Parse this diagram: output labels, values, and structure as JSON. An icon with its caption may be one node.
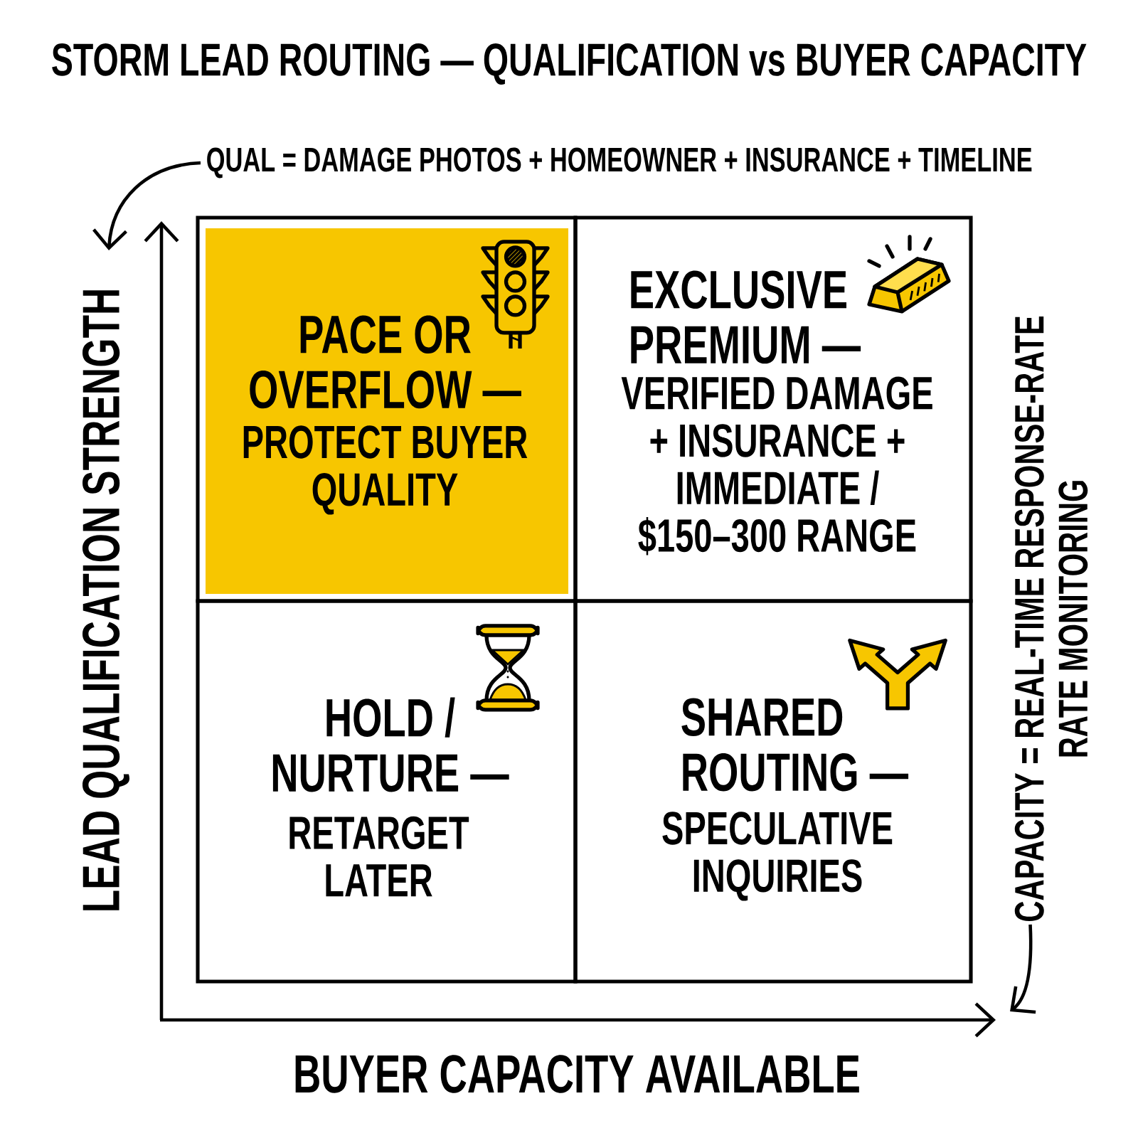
{
  "diagram": {
    "title": "STORM LEAD ROUTING — QUALIFICATION vs BUYER CAPACITY",
    "nodes": [
      {
        "text": [
          "QUAL = DAMAGE PHOTOS + HOMEOWNER + INSURANCE + TIMELINE"
        ]
      },
      {
        "text": [
          "PACE OR OVERFLOW —",
          "PROTECT BUYER QUALITY"
        ]
      },
      {
        "text": [
          "EXCLUSIVE PREMIUM —",
          "VERIFIED DAMAGE + INSURANCE + IMMEDIATE / $150–300 RANGE"
        ]
      },
      {
        "text": [
          "HOLD / NURTURE —",
          "RETARGET LATER"
        ]
      },
      {
        "text": [
          "SHARED ROUTING —",
          "SPECULATIVE INQUIRIES"
        ]
      },
      {
        "text": [
          "CAPACITY = REAL-TIME RESPONSE-RATE RATE MONITORING"
        ]
      }
    ],
    "edges": [
      {
        "from": 0,
        "to": null,
        "arrow": "to"
      },
      {
        "from": 5,
        "to": null,
        "arrow": "to"
      }
    ],
    "labels": [
      "LEAD QUALIFICATION STRENGTH",
      "BUYER CAPACITY AVAILABLE"
    ]
  }
}
